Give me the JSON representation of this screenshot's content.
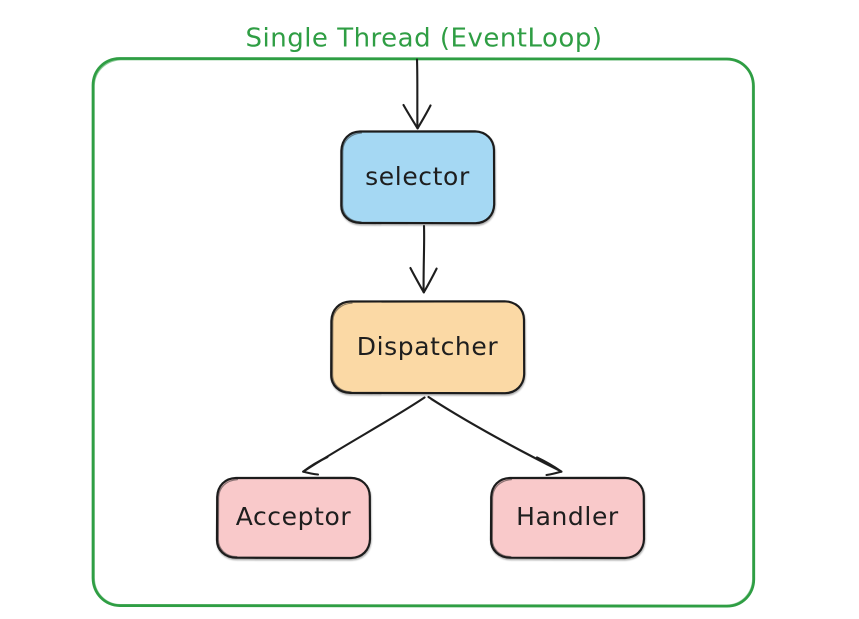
{
  "diagram": {
    "type": "flowchart",
    "style": "hand-drawn-sketch",
    "background_color": "#ffffff",
    "group": {
      "title": "Single Thread (EventLoop)",
      "title_color": "#2f9e44",
      "border_color": "#2f9e44",
      "fill": "transparent"
    },
    "nodes": [
      {
        "id": "selector",
        "label": "selector",
        "fill": "#a5d8f3",
        "stroke": "#1e1e1e",
        "text_color": "#1e1e1e"
      },
      {
        "id": "dispatcher",
        "label": "Dispatcher",
        "fill": "#fbd9a5",
        "stroke": "#1e1e1e",
        "text_color": "#1e1e1e"
      },
      {
        "id": "acceptor",
        "label": "Acceptor",
        "fill": "#f9c9ca",
        "stroke": "#1e1e1e",
        "text_color": "#1e1e1e"
      },
      {
        "id": "handler",
        "label": "Handler",
        "fill": "#f9c9ca",
        "stroke": "#1e1e1e",
        "text_color": "#1e1e1e"
      }
    ],
    "edges": [
      {
        "id": "edge-in-selector",
        "from": "group-top",
        "to": "selector",
        "arrow": "single"
      },
      {
        "id": "edge-selector-dispatcher",
        "from": "selector",
        "to": "dispatcher",
        "arrow": "single"
      },
      {
        "id": "edge-dispatcher-acceptor",
        "from": "dispatcher",
        "to": "acceptor",
        "arrow": "single"
      },
      {
        "id": "edge-dispatcher-handler",
        "from": "dispatcher",
        "to": "handler",
        "arrow": "single"
      }
    ]
  }
}
